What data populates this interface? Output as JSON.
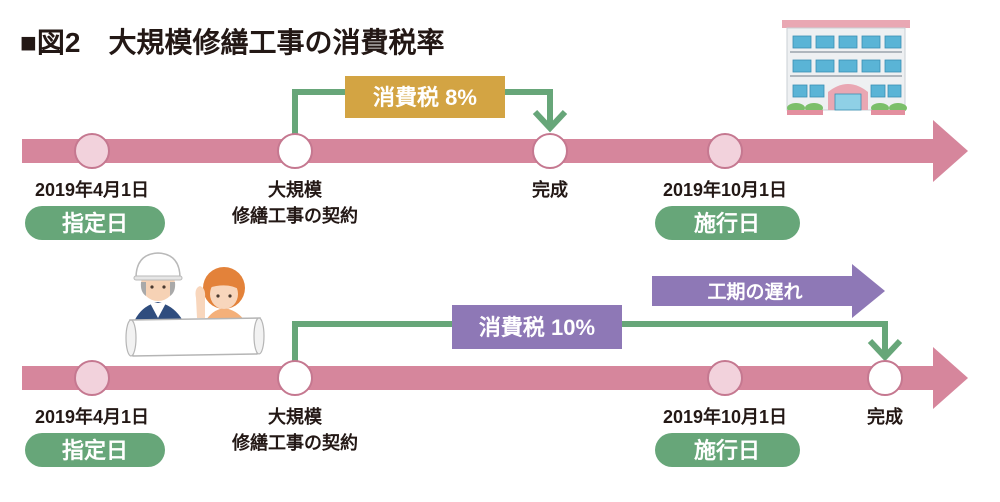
{
  "title": "■図2　大規模修繕工事の消費税率",
  "colors": {
    "timeline_bar": "#d6869c",
    "milestone_pink": "#f2d2dc",
    "milestone_white": "#ffffff",
    "badge_green": "#67a679",
    "connector_green": "#67a679",
    "tax_8_box": "#d3a443",
    "tax_10_box": "#8e78b6",
    "delay_arrow": "#8e78b6",
    "text": "#231815"
  },
  "illustrations": [
    "apartment-building-icon",
    "workers-holding-blueprint-icon"
  ],
  "top_timeline": {
    "designation_date": "2019年4月1日",
    "designation_badge": "指定日",
    "contract_label": [
      "大規模",
      "修繕工事の契約"
    ],
    "completion_label": "完成",
    "enforcement_date": "2019年10月1日",
    "enforcement_badge": "施行日",
    "tax_rate_label": "消費税 8%"
  },
  "bottom_timeline": {
    "designation_date": "2019年4月1日",
    "designation_badge": "指定日",
    "contract_label": [
      "大規模",
      "修繕工事の契約"
    ],
    "completion_label": "完成",
    "enforcement_date": "2019年10月1日",
    "enforcement_badge": "施行日",
    "tax_rate_label": "消費税 10%",
    "delay_label": "工期の遅れ"
  }
}
